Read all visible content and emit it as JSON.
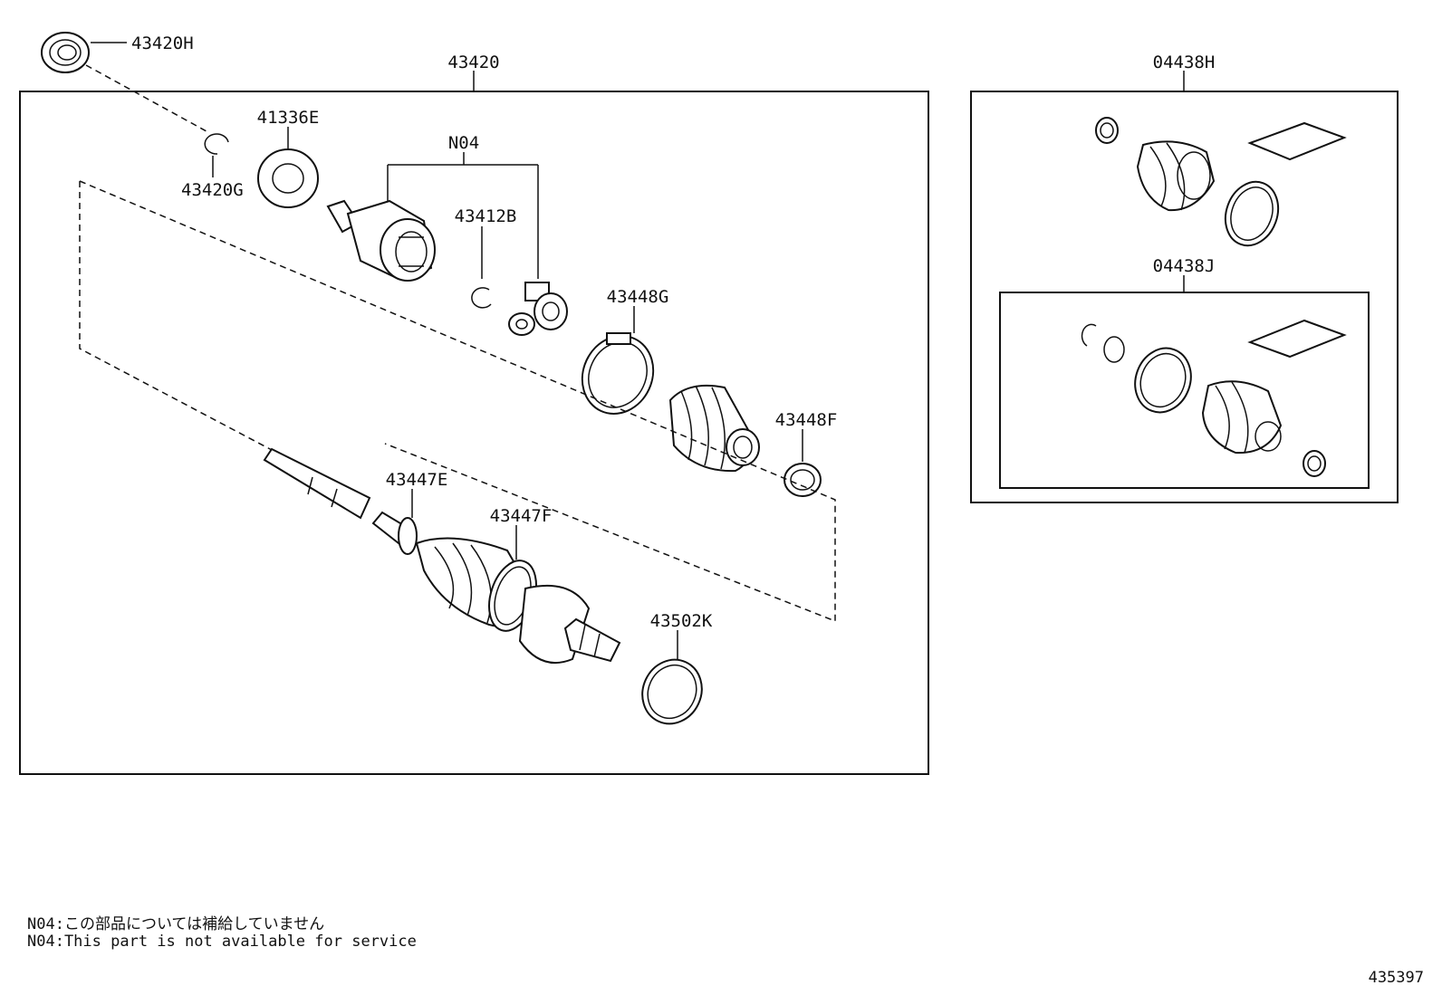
{
  "labels": {
    "p43420H": "43420H",
    "p43420": "43420",
    "p41336E": "41336E",
    "pN04": "N04",
    "p43420G": "43420G",
    "p43412B": "43412B",
    "p43448G": "43448G",
    "p43448F": "43448F",
    "p43447E": "43447E",
    "p43447F": "43447F",
    "p43502K": "43502K",
    "p04438H": "04438H",
    "p04438J": "04438J"
  },
  "notes": {
    "jp": "N04:この部品については補給していません",
    "en": "N04:This part is not available for service"
  },
  "diagram_id": "435397"
}
